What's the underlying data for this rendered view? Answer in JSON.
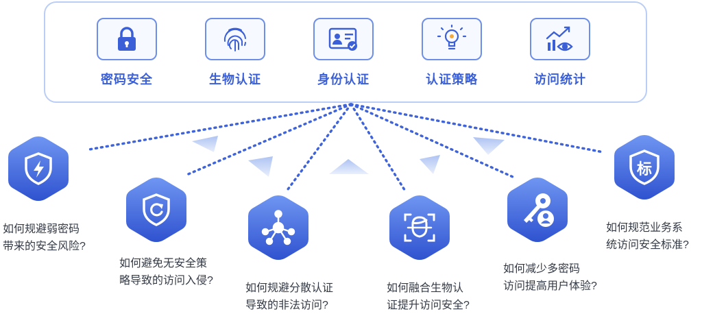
{
  "features": [
    {
      "label": "密码安全",
      "icon": "lock-icon"
    },
    {
      "label": "生物认证",
      "icon": "fingerprint-icon"
    },
    {
      "label": "身份认证",
      "icon": "id-card-icon"
    },
    {
      "label": "认证策略",
      "icon": "lightbulb-icon"
    },
    {
      "label": "访问统计",
      "icon": "chart-eye-icon"
    }
  ],
  "challenges": [
    {
      "icon": "shield-lightning-icon",
      "line1": "如何规避弱密码",
      "line2": "带来的安全风险?"
    },
    {
      "icon": "shield-refresh-icon",
      "line1": "如何避免无安全策",
      "line2": "略导致的访问入侵?"
    },
    {
      "icon": "network-nodes-icon",
      "line1": "如何规避分散认证",
      "line2": "导致的非法访问?"
    },
    {
      "icon": "face-scan-icon",
      "line1": "如何融合生物认",
      "line2": "证提升访问安全?"
    },
    {
      "icon": "key-user-icon",
      "line1": "如何减少多密码",
      "line2": "访问提高用户体验?"
    },
    {
      "icon": "standard-badge-icon",
      "badge_text": "标",
      "line1": "如何规范业务系",
      "line2": "统访问安全标准?"
    }
  ],
  "colors": {
    "accent": "#3a5fd6",
    "hex_top": "#6f96f2",
    "hex_bottom": "#2f52cf",
    "border": "#b9cdf6"
  }
}
